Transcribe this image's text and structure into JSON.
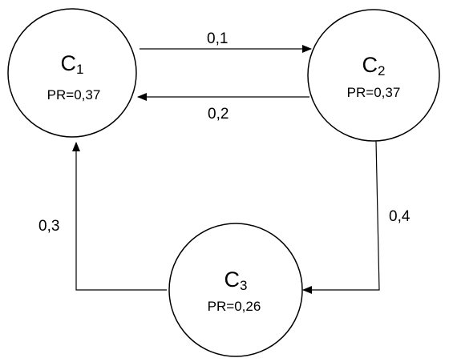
{
  "nodes": [
    {
      "id": "c1",
      "letter": "C",
      "subscript": "1",
      "pr": "PR=0,37"
    },
    {
      "id": "c2",
      "letter": "C",
      "subscript": "2",
      "pr": "PR=0,37"
    },
    {
      "id": "c3",
      "letter": "C",
      "subscript": "3",
      "pr": "PR=0,26"
    }
  ],
  "edges": [
    {
      "from": "c1",
      "to": "c2",
      "label": "0,1"
    },
    {
      "from": "c2",
      "to": "c1",
      "label": "0,2"
    },
    {
      "from": "c2",
      "to": "c3",
      "label": "0,4"
    },
    {
      "from": "c3",
      "to": "c1",
      "label": "0,3"
    }
  ]
}
